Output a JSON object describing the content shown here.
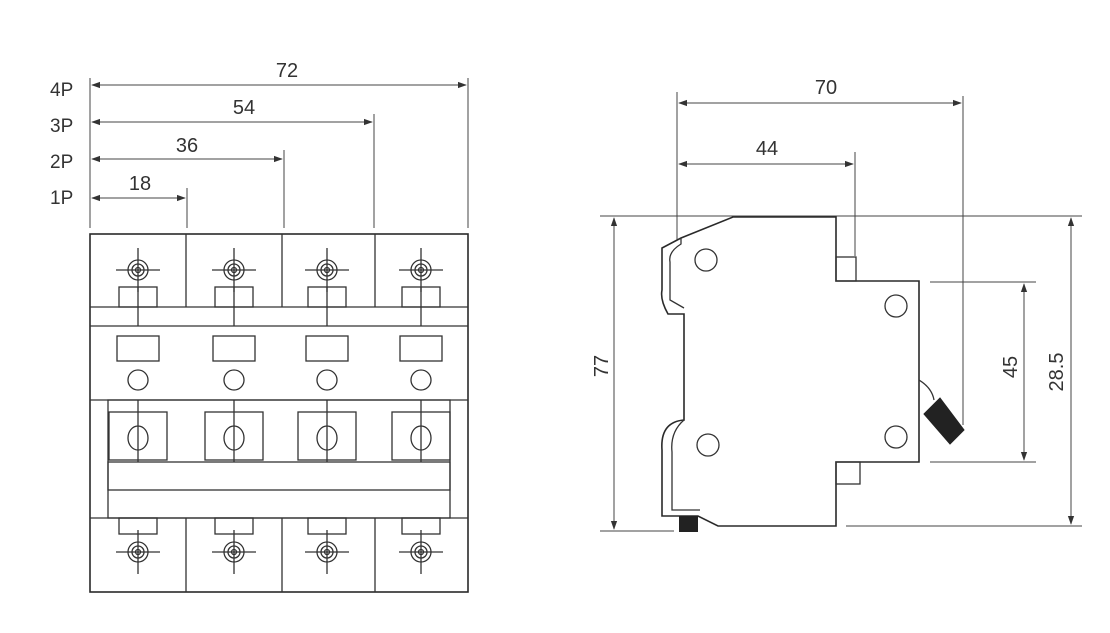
{
  "front_view": {
    "pole_labels": [
      "4P",
      "3P",
      "2P",
      "1P"
    ],
    "widths": [
      "72",
      "54",
      "36",
      "18"
    ]
  },
  "side_view": {
    "depth_total": "70",
    "depth_partial": "44",
    "height_total": "77",
    "height_mid": "45",
    "height_right": "28.5"
  },
  "colors": {
    "line": "#333333",
    "background": "#ffffff",
    "lever": "#222222"
  }
}
